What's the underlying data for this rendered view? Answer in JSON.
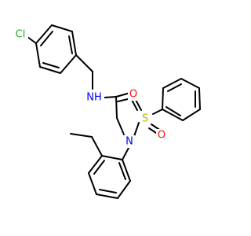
{
  "molecule": {
    "atoms": {
      "cl": {
        "text": "Cl",
        "color": "#1fab1f"
      },
      "nh": {
        "text": "NH",
        "color": "#0000ff"
      },
      "o_carbonyl": {
        "text": "O",
        "color": "#ff0d0d"
      },
      "n_sulfonamide": {
        "text": "N",
        "color": "#0000ff"
      },
      "s": {
        "text": "S",
        "color": "#b8b800"
      },
      "o_s1": {
        "text": "O",
        "color": "#ff0d0d"
      },
      "o_s2": {
        "text": "O",
        "color": "#ff0d0d"
      }
    }
  }
}
